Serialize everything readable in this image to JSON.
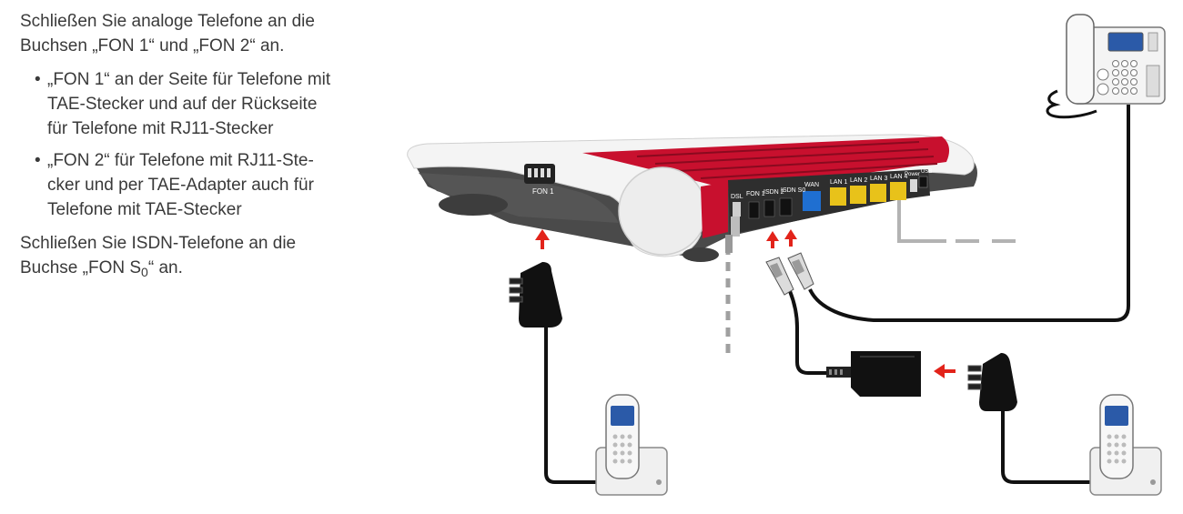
{
  "intro": {
    "line1": "Schließen Sie analoge Telefone an die",
    "line2": "Buchsen „FON 1“ und „FON 2“ an."
  },
  "bullets": [
    {
      "bullet": "•",
      "lines": [
        "„FON 1“ an der Seite für Telefone mit",
        "TAE-Stecker und auf der Rückseite",
        "für Telefone mit RJ11-Stecker"
      ]
    },
    {
      "bullet": "•",
      "lines": [
        "„FON 2“ für Telefone mit RJ11-Ste-",
        "cker und per TAE-Adapter auch für",
        "Telefone mit TAE-Stecker"
      ]
    }
  ],
  "isdn": {
    "line1": "Schließen Sie ISDN-Telefone an die",
    "line2_pre": "Buchse „FON S",
    "line2_sub": "0",
    "line2_post": "“ an."
  },
  "router": {
    "side_port_label": "FON 1",
    "port_labels": [
      "DSL",
      "FON 1",
      "ISDN 2",
      "ISDN S0",
      "WAN",
      "LAN 1",
      "LAN 2",
      "LAN 3",
      "LAN 4",
      "Power",
      "USB"
    ]
  },
  "colors": {
    "accent_red": "#c8102e",
    "arrow_red": "#e2231a",
    "lan_yellow": "#e8c21a",
    "wan_blue": "#1f6fd1",
    "cable_black": "#111111",
    "cable_gray": "#b3b3b3",
    "router_body": "#f2f2f2",
    "router_dark": "#3b3b3b"
  },
  "icons": [
    "arrow-up-icon",
    "arrow-left-icon",
    "tae-plug-icon",
    "rj11-plug-icon",
    "cordless-phone-icon",
    "desk-phone-icon",
    "tae-adapter-icon"
  ]
}
